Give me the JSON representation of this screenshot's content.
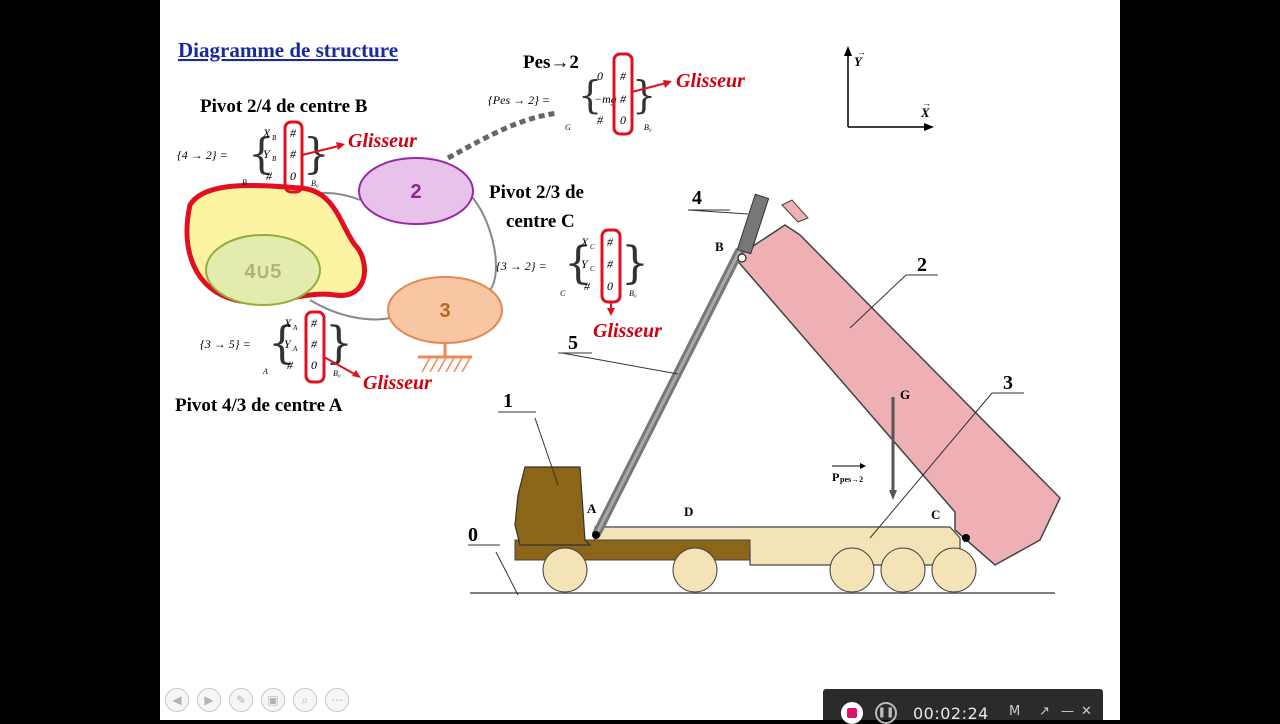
{
  "slide": {
    "title": "Diagramme de  structure",
    "pivot_b": "Pivot 2/4 de centre B",
    "pivot_c1": "Pivot 2/3 de",
    "pivot_c2": "centre C",
    "pivot_a": "Pivot 4/3 de centre A",
    "pes_label": "Pes→2",
    "glisseur": "Glisseur",
    "node_2": "2",
    "node_3": "3",
    "node_45": "4∪5",
    "axis_y": "Y",
    "axis_x": "X"
  },
  "torsors": {
    "pes": {
      "lhs": "{Pes → 2} =",
      "r1": "0",
      "r2": "−mg",
      "r3": "#",
      "c1": "#",
      "c2": "#",
      "c3": "0",
      "pt": "G",
      "base": "B₀"
    },
    "t42": {
      "lhs": "{4 → 2} =",
      "r1": "X",
      "r1s": "B",
      "r2": "Y",
      "r2s": "B",
      "r3": "#",
      "c1": "#",
      "c2": "#",
      "c3": "0",
      "pt": "B",
      "base": "B₀"
    },
    "t32": {
      "lhs": "{3 → 2} =",
      "r1": "X",
      "r1s": "C",
      "r2": "Y",
      "r2s": "C",
      "r3": "#",
      "c1": "#",
      "c2": "#",
      "c3": "0",
      "pt": "C",
      "base": "B₀"
    },
    "t35": {
      "lhs": "{3 → 5} =",
      "r1": "X",
      "r1s": "A",
      "r2": "Y",
      "r2s": "A",
      "r3": "#",
      "c1": "#",
      "c2": "#",
      "c3": "0",
      "pt": "A",
      "base": "B₀"
    }
  },
  "truck": {
    "part_0": "0",
    "part_1": "1",
    "part_2": "2",
    "part_3": "3",
    "part_4": "4",
    "part_5": "5",
    "pt_a": "A",
    "pt_b": "B",
    "pt_c": "C",
    "pt_d": "D",
    "pt_g": "G",
    "weight_main": "P",
    "weight_sub": "pes→2"
  },
  "nav": [
    "◀",
    "▶",
    "✎",
    "▣",
    "⌕",
    "⋯"
  ],
  "recorder": {
    "time": "00:02:24",
    "icons": [
      "M",
      "↗",
      "—",
      "✕"
    ]
  },
  "colors": {
    "accent_red": "#d00010",
    "title_blue": "#1a2a9c",
    "benne": "#eeb0b4",
    "cabin": "#8b6518",
    "chassis": "#f3e3b6",
    "node2": "#e8c2ea",
    "node3": "#f8c6a2",
    "node45": "#e3ecac",
    "blob": "#fcf4a2"
  }
}
